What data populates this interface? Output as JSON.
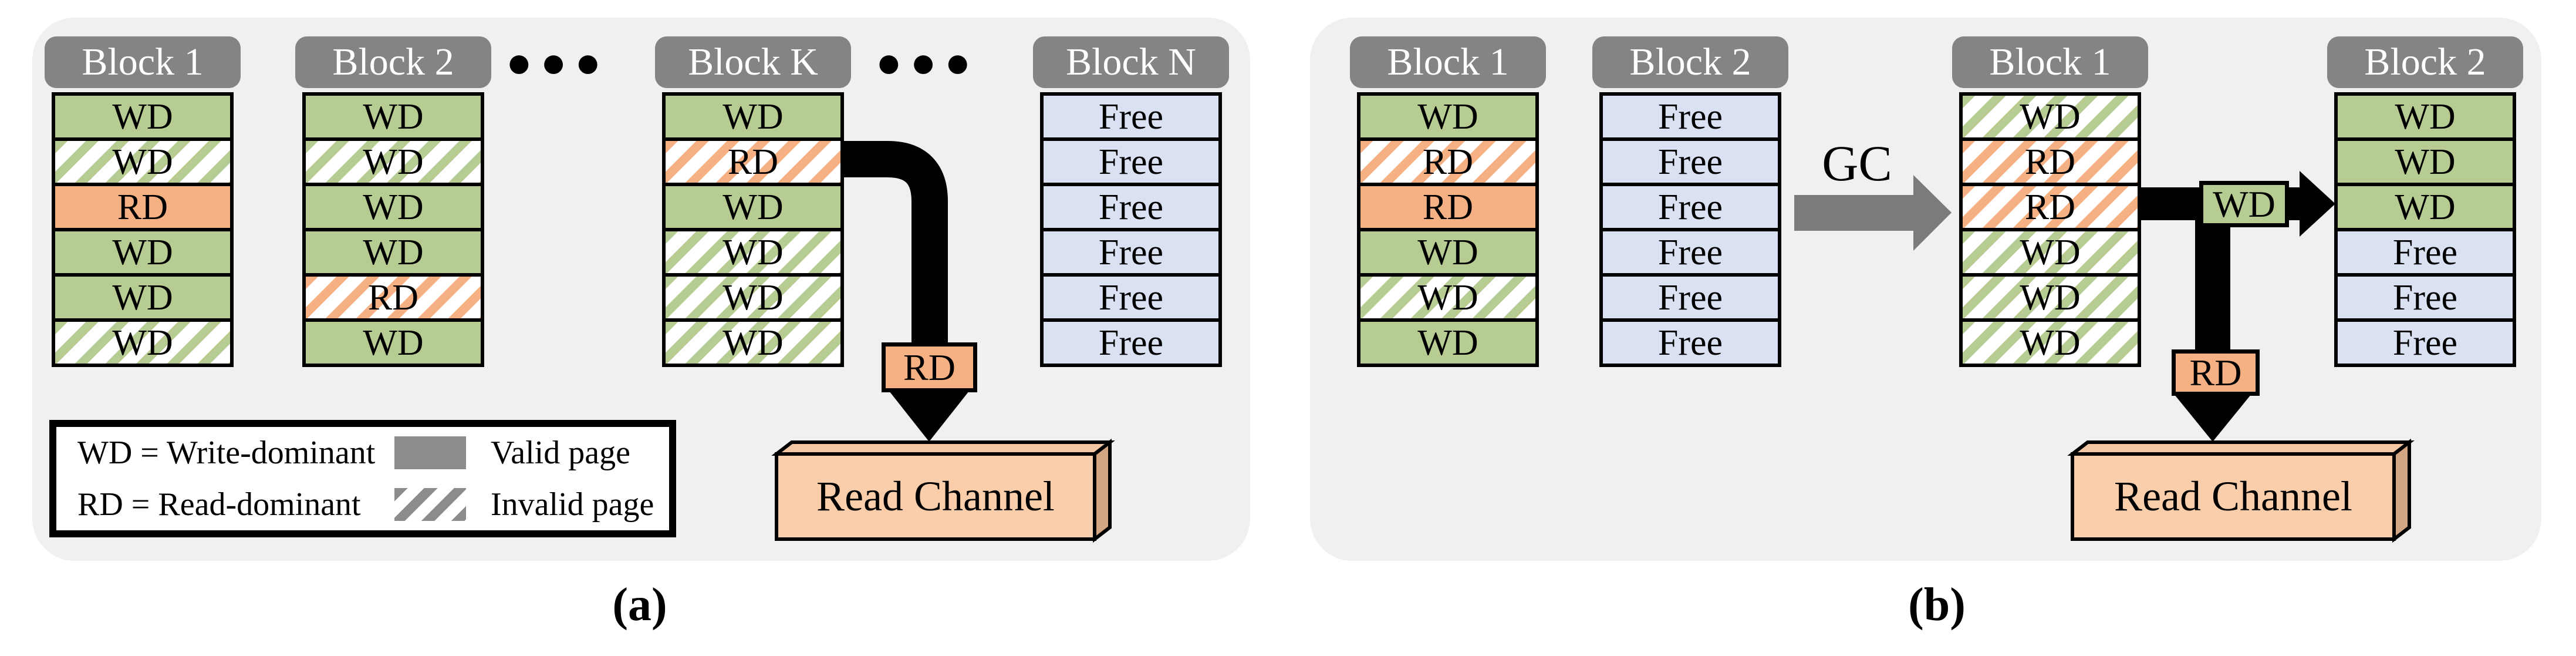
{
  "figure": {
    "panel_a": {
      "label": "(a)",
      "ellipsis": "●●●",
      "blocks": [
        {
          "title": "Block 1",
          "pages": [
            {
              "label": "WD",
              "type": "wd"
            },
            {
              "label": "WD",
              "type": "wd_invalid"
            },
            {
              "label": "RD",
              "type": "rd"
            },
            {
              "label": "WD",
              "type": "wd"
            },
            {
              "label": "WD",
              "type": "wd"
            },
            {
              "label": "WD",
              "type": "wd_invalid"
            }
          ]
        },
        {
          "title": "Block 2",
          "pages": [
            {
              "label": "WD",
              "type": "wd"
            },
            {
              "label": "WD",
              "type": "wd_invalid"
            },
            {
              "label": "WD",
              "type": "wd"
            },
            {
              "label": "WD",
              "type": "wd"
            },
            {
              "label": "RD",
              "type": "rd_invalid"
            },
            {
              "label": "WD",
              "type": "wd"
            }
          ]
        },
        {
          "title": "Block K",
          "pages": [
            {
              "label": "WD",
              "type": "wd"
            },
            {
              "label": "RD",
              "type": "rd_invalid"
            },
            {
              "label": "WD",
              "type": "wd"
            },
            {
              "label": "WD",
              "type": "wd_invalid"
            },
            {
              "label": "WD",
              "type": "wd_invalid"
            },
            {
              "label": "WD",
              "type": "wd_invalid"
            }
          ]
        },
        {
          "title": "Block N",
          "pages": [
            {
              "label": "Free",
              "type": "free"
            },
            {
              "label": "Free",
              "type": "free"
            },
            {
              "label": "Free",
              "type": "free"
            },
            {
              "label": "Free",
              "type": "free"
            },
            {
              "label": "Free",
              "type": "free"
            },
            {
              "label": "Free",
              "type": "free"
            }
          ]
        }
      ],
      "rd_flow_label": "RD",
      "read_channel_label": "Read Channel"
    },
    "panel_b": {
      "label": "(b)",
      "gc_label": "GC",
      "blocks": [
        {
          "title": "Block 1",
          "pages": [
            {
              "label": "WD",
              "type": "wd"
            },
            {
              "label": "RD",
              "type": "rd_invalid"
            },
            {
              "label": "RD",
              "type": "rd"
            },
            {
              "label": "WD",
              "type": "wd"
            },
            {
              "label": "WD",
              "type": "wd_invalid"
            },
            {
              "label": "WD",
              "type": "wd"
            }
          ]
        },
        {
          "title": "Block 2",
          "pages": [
            {
              "label": "Free",
              "type": "free"
            },
            {
              "label": "Free",
              "type": "free"
            },
            {
              "label": "Free",
              "type": "free"
            },
            {
              "label": "Free",
              "type": "free"
            },
            {
              "label": "Free",
              "type": "free"
            },
            {
              "label": "Free",
              "type": "free"
            }
          ]
        },
        {
          "title": "Block 1",
          "pages": [
            {
              "label": "WD",
              "type": "wd_invalid"
            },
            {
              "label": "RD",
              "type": "rd_invalid"
            },
            {
              "label": "RD",
              "type": "rd_invalid"
            },
            {
              "label": "WD",
              "type": "wd_invalid"
            },
            {
              "label": "WD",
              "type": "wd_invalid"
            },
            {
              "label": "WD",
              "type": "wd_invalid"
            }
          ]
        },
        {
          "title": "Block 2",
          "pages": [
            {
              "label": "WD",
              "type": "wd"
            },
            {
              "label": "WD",
              "type": "wd"
            },
            {
              "label": "WD",
              "type": "wd"
            },
            {
              "label": "Free",
              "type": "free"
            },
            {
              "label": "Free",
              "type": "free"
            },
            {
              "label": "Free",
              "type": "free"
            }
          ]
        }
      ],
      "wd_flow_label": "WD",
      "rd_flow_label": "RD",
      "read_channel_label": "Read Channel"
    },
    "legend": {
      "items": [
        {
          "key": "WD = Write-dominant",
          "swatch": "valid",
          "label": "Valid page"
        },
        {
          "key": "RD = Read-dominant",
          "swatch": "invalid",
          "label": "Invalid page"
        }
      ]
    },
    "colors": {
      "wd_green": "#b7cc92",
      "rd_orange": "#f5b183",
      "free_blue": "#d9e1f2",
      "header_gray": "#848484",
      "panel_bg": "#f0f0f0",
      "gc_gray": "#7b7b7b",
      "read_channel_peach": "#facdab",
      "arrow_black": "#000000"
    }
  }
}
